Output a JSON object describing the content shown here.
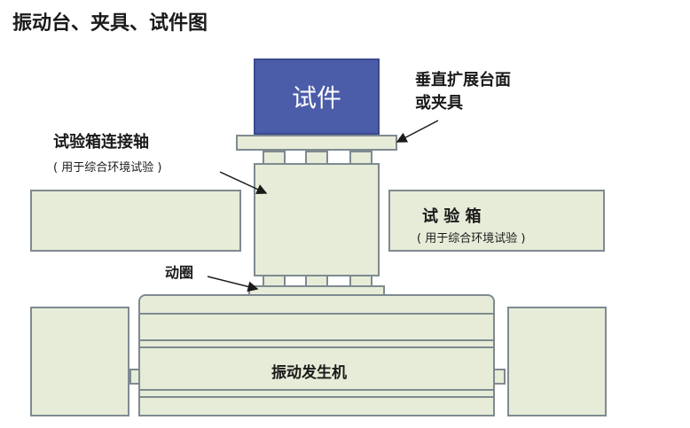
{
  "title": "振动台、夹具、试件图",
  "labels": {
    "specimen": "试件",
    "vertical_table": "垂直扩展台面",
    "vertical_table_2": "或夹具",
    "chamber_shaft": "试验箱连接轴",
    "chamber_shaft_note": "( 用于综合环境试验 )",
    "chamber": "试 验 箱",
    "chamber_note": "( 用于综合环境试验 )",
    "coil": "动圈",
    "shaker": "振动发生机"
  },
  "colors": {
    "specimen_fill": "#4b5ca8",
    "part_fill": "#e6ecd8",
    "outline": "#7e8a90"
  }
}
